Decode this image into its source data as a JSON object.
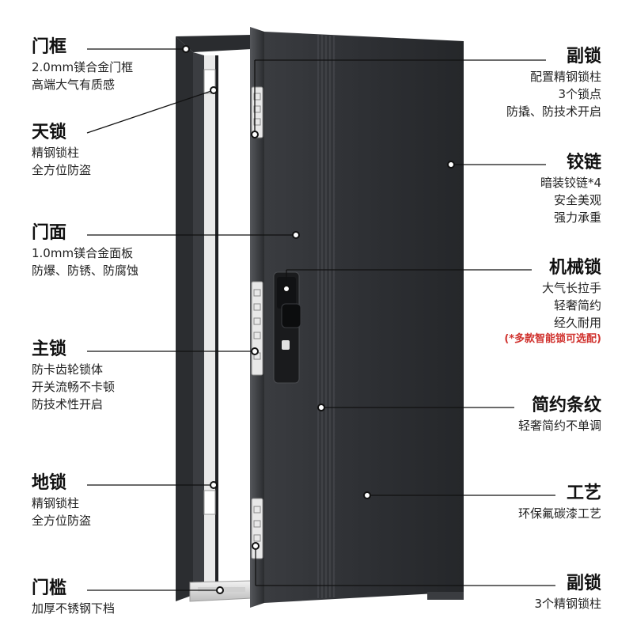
{
  "colors": {
    "door": "#2b2d31",
    "door_edge": "#1d1f22",
    "frame": "#26282b",
    "leader": "#111111",
    "note": "#d0312d"
  },
  "callouts": {
    "frame": {
      "title": "门框",
      "lines": [
        "2.0mm镁合金门框",
        "高端大气有质感"
      ]
    },
    "top_lock": {
      "title": "天锁",
      "lines": [
        "精钢锁柱",
        "全方位防盗"
      ]
    },
    "door_face": {
      "title": "门面",
      "lines": [
        "1.0mm镁合金面板",
        "防爆、防锈、防腐蚀"
      ]
    },
    "main_lock": {
      "title": "主锁",
      "lines": [
        "防卡齿轮锁体",
        "开关流畅不卡顿",
        "防技术性开启"
      ]
    },
    "floor_lock": {
      "title": "地锁",
      "lines": [
        "精钢锁柱",
        "全方位防盗"
      ]
    },
    "threshold": {
      "title": "门槛",
      "lines": [
        "加厚不锈钢下档"
      ]
    },
    "aux_lock_top": {
      "title": "副锁",
      "lines": [
        "配置精钢锁柱",
        "3个锁点",
        "防撬、防技术开启"
      ]
    },
    "hinge": {
      "title": "铰链",
      "lines": [
        "暗装铰链*4",
        "安全美观",
        "强力承重"
      ]
    },
    "mech_lock": {
      "title": "机械锁",
      "lines": [
        "大气长拉手",
        "轻奢简约",
        "经久耐用"
      ],
      "note": "(*多款智能锁可选配)"
    },
    "stripes": {
      "title": "简约条纹",
      "lines": [
        "轻奢简约不单调"
      ]
    },
    "craft": {
      "title": "工艺",
      "lines": [
        "环保氟碳漆工艺"
      ]
    },
    "aux_lock_bottom": {
      "title": "副锁",
      "lines": [
        "3个精钢锁柱"
      ]
    }
  }
}
